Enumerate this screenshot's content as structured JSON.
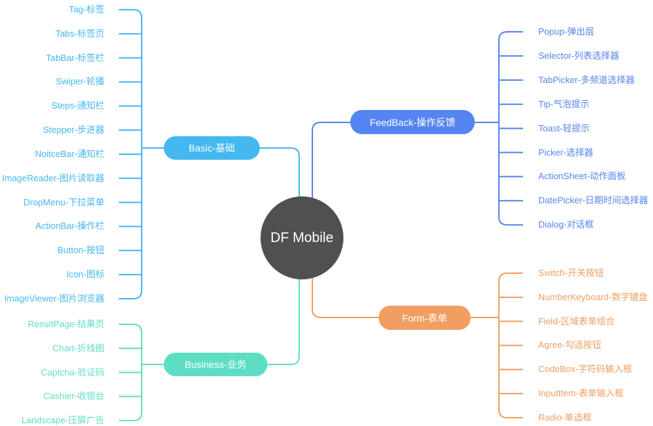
{
  "root": {
    "label": "DF Mobile",
    "color": "#505050"
  },
  "branches": {
    "basic": {
      "label": "Basic-基础",
      "color": "#45b8f0",
      "items": [
        "Tag-标签",
        "Tabs-标签页",
        "TabBar-标签栏",
        "Swiper-轮播",
        "Steps-通知栏",
        "Stepper-步进器",
        "NoitceBar-通知栏",
        "ImageReader-图片读取器",
        "DropMenu-下拉菜单",
        "ActionBar-操作栏",
        "Button-按钮",
        "Icon-图标",
        "ImageViewer-图片浏览器"
      ]
    },
    "business": {
      "label": "Business-业务",
      "color": "#5ddec4",
      "items": [
        "ResuitPage-结果页",
        "Chart-折线图",
        "Captcha-验证码",
        "Cashier-收银台",
        "Landscape-压屏广告"
      ]
    },
    "feedback": {
      "label": "FeedBack-操作反馈",
      "color": "#5585f0",
      "items": [
        "Popup-弹出层",
        "Selector-列表选择器",
        "TabPicker-多频道选择器",
        "Tip-气泡提示",
        "Toast-轻提示",
        "Picker-选择器",
        "ActionSheet-动作面板",
        "DatePicker-日期时间选择器",
        "Dialog-对话框"
      ]
    },
    "form": {
      "label": "Form-表单",
      "color": "#f09e62",
      "items": [
        "Switch-开关按钮",
        "NumberKeyboard-数字键盘",
        "Field-区域表单组合",
        "Agree-勾选按钮",
        "CodeBox-字符码输入框",
        "InputItem-表单输入框",
        "Radio-单选框"
      ]
    }
  }
}
